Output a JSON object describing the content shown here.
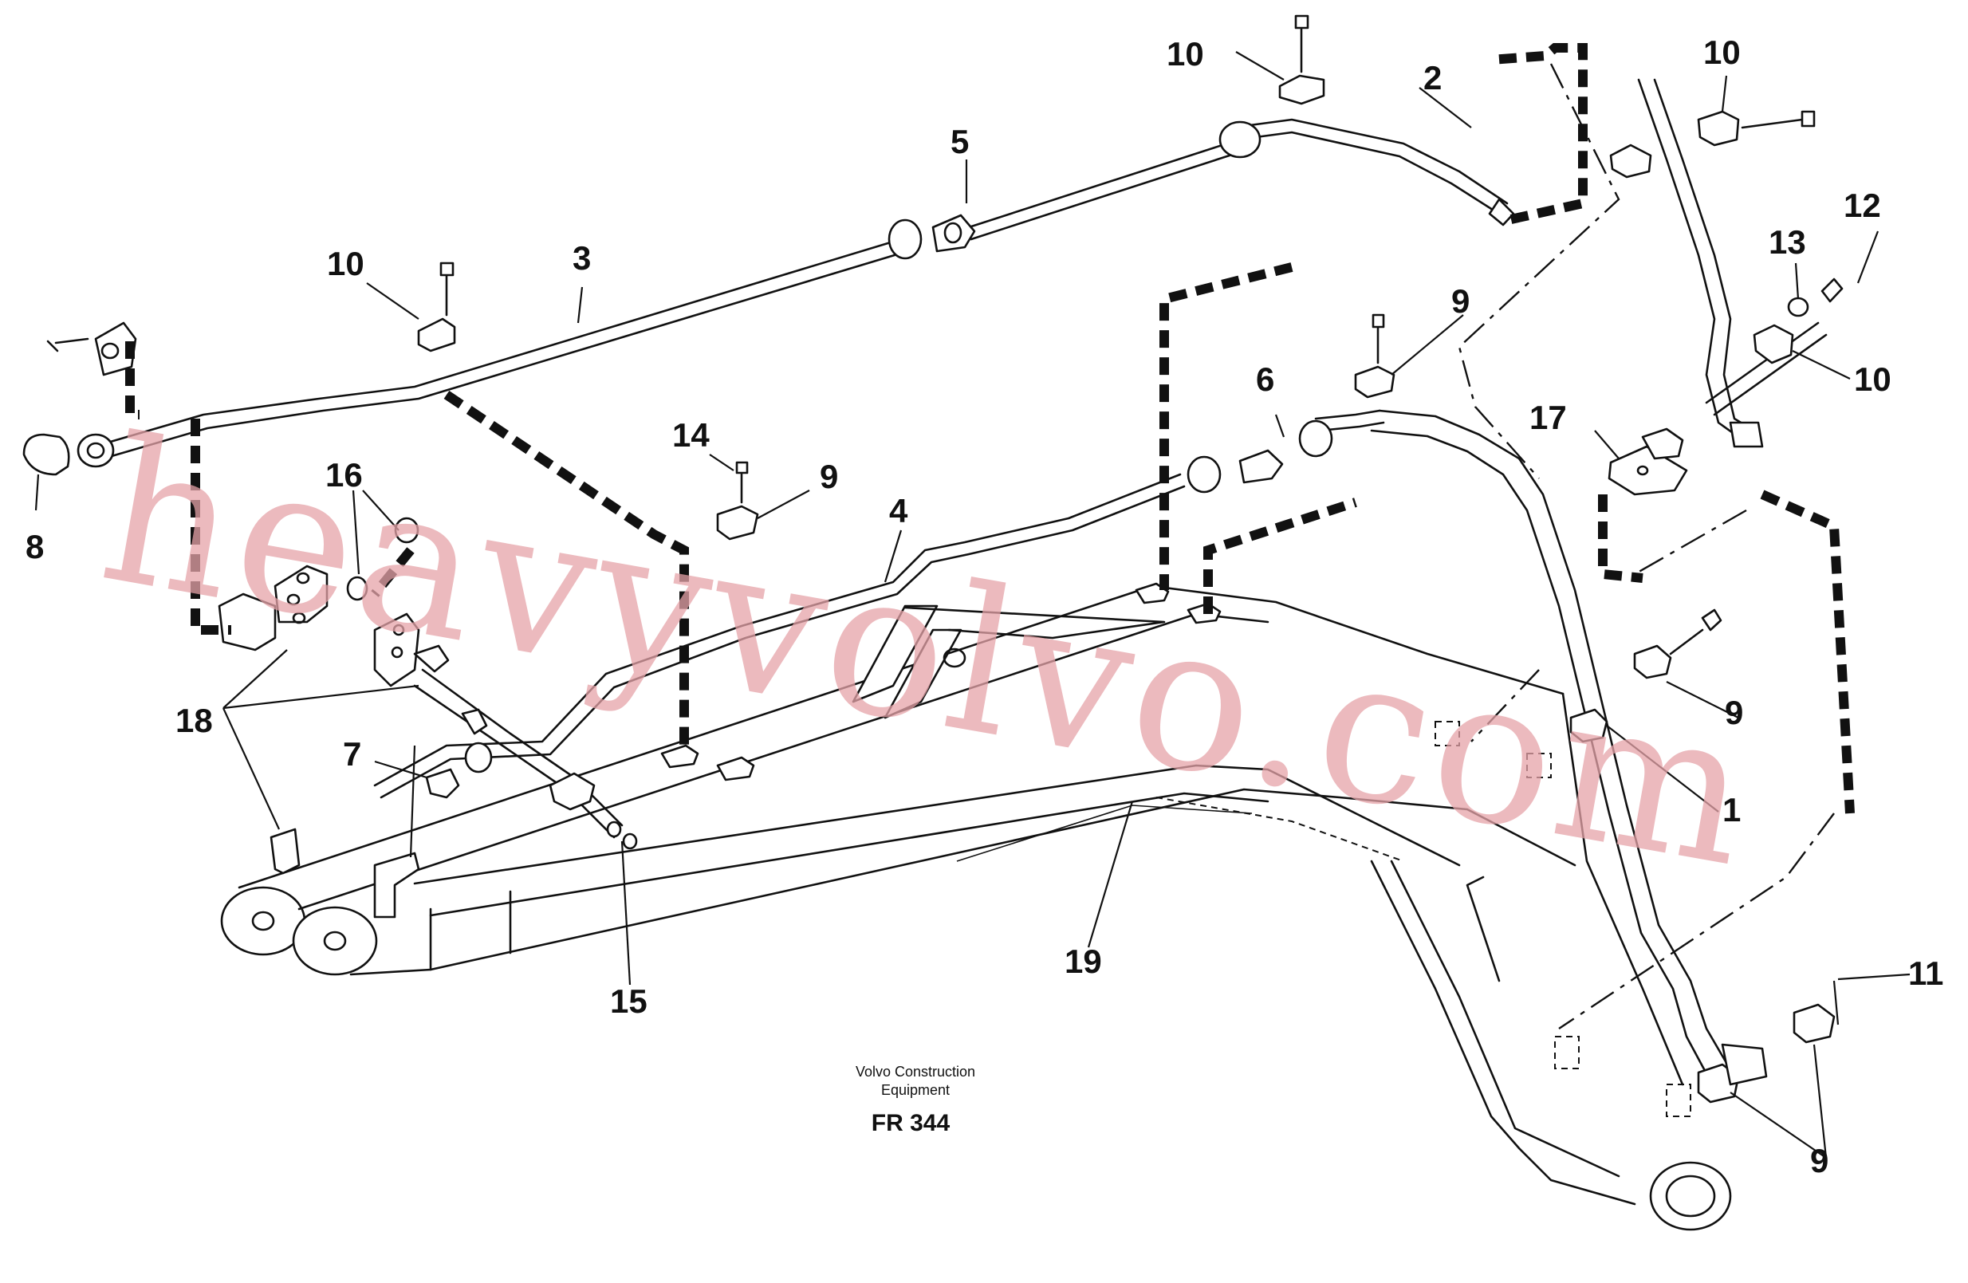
{
  "diagram": {
    "part_labels": {
      "p1": "1",
      "p2": "2",
      "p3": "3",
      "p4": "4",
      "p5": "5",
      "p6": "6",
      "p7": "7",
      "p8": "8",
      "p9a": "9",
      "p9b": "9",
      "p9c": "9",
      "p9d": "9",
      "p10a": "10",
      "p10b": "10",
      "p10c": "10",
      "p10d": "10",
      "p11": "11",
      "p12": "12",
      "p13": "13",
      "p14": "14",
      "p15": "15",
      "p16": "16",
      "p17": "17",
      "p18": "18",
      "p19": "19"
    },
    "caption": {
      "line1": "Volvo Construction",
      "line2": "Equipment",
      "code": "FR 344"
    },
    "watermark": "heavyvolvo.com",
    "colors": {
      "line": "#111111",
      "watermark": "#e6a3a8",
      "background": "#ffffff"
    }
  }
}
